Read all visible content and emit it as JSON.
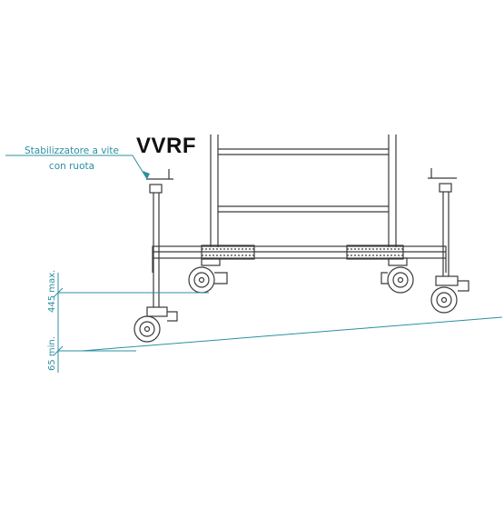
{
  "diagram": {
    "model_label": "VVRF",
    "callout_line1": "Stabilizzatore a vite",
    "callout_line2": "con ruota",
    "dim_max": "445 max.",
    "dim_min": "65 min.",
    "colors": {
      "frame": "#3a3a3a",
      "dimension": "#2c8fa0"
    }
  }
}
